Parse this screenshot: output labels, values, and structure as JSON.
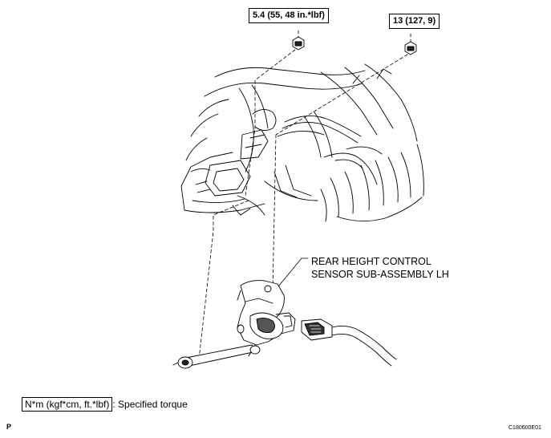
{
  "torque_callouts": [
    {
      "value": "5.4 (55, 48 in.*lbf)"
    },
    {
      "value": "13 (127, 9)"
    }
  ],
  "part_label": {
    "line1": "REAR HEIGHT CONTROL",
    "line2": "SENSOR SUB-ASSEMBLY LH"
  },
  "legend": {
    "unit": "N*m (kgf*cm, ft.*lbf)",
    "description": ": Specified torque"
  },
  "page_letter": "P",
  "figure_code": "C180600E01",
  "icons": [
    "nut-icon",
    "bolt-icon",
    "sensor-icon",
    "connector-icon",
    "link-rod-icon"
  ],
  "colors": {
    "line": "#000000",
    "background": "#ffffff"
  }
}
